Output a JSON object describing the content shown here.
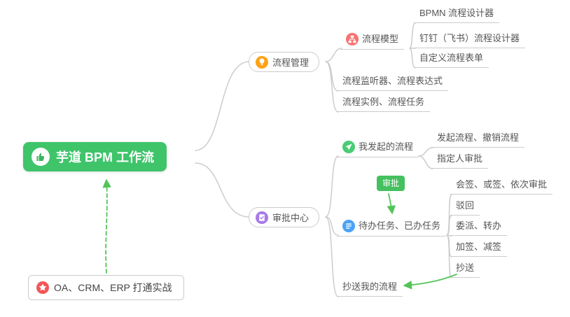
{
  "root_label": "芋道 BPM 工作流",
  "nodes": {
    "process_mgmt": "流程管理",
    "process_model": "流程模型",
    "bpmn_designer": "BPMN 流程设计器",
    "ding_designer": "钉钉（飞书）流程设计器",
    "custom_form": "自定义流程表单",
    "listener_expr": "流程监听器、流程表达式",
    "instance_task": "流程实例、流程任务",
    "approval_center": "审批中心",
    "my_initiated": "我发起的流程",
    "initiate_cancel": "发起流程、撤销流程",
    "assigned_approval": "指定人审批",
    "todo_done": "待办任务、已办任务",
    "countersign": "会签、或签、依次审批",
    "reject": "驳回",
    "delegate_transfer": "委派、转办",
    "add_reduce_sign": "加签、减签",
    "cc": "抄送",
    "cc_my_flow": "抄送我的流程",
    "oa_note": "OA、CRM、ERP 打通实战",
    "approval_badge": "审批"
  },
  "icons": {
    "root": "thumbs-up-icon",
    "process_mgmt": "lightbulb-icon",
    "process_model": "flow-model-icon",
    "approval_center": "document-check-icon",
    "my_initiated": "send-icon",
    "todo_done": "task-list-icon",
    "oa_note": "star-icon"
  },
  "colors": {
    "root_green": "#3fc46a",
    "badge_green": "#44c05e",
    "arrow_green": "#52c458",
    "connector_gray": "#cccccc",
    "text_dark": "#555555",
    "icon_orange": "#ffa216",
    "icon_red_pink": "#f77272",
    "icon_purple": "#a87ae8",
    "icon_green": "#49cc74",
    "icon_blue": "#4aa3f5",
    "icon_star_red": "#f25656"
  }
}
